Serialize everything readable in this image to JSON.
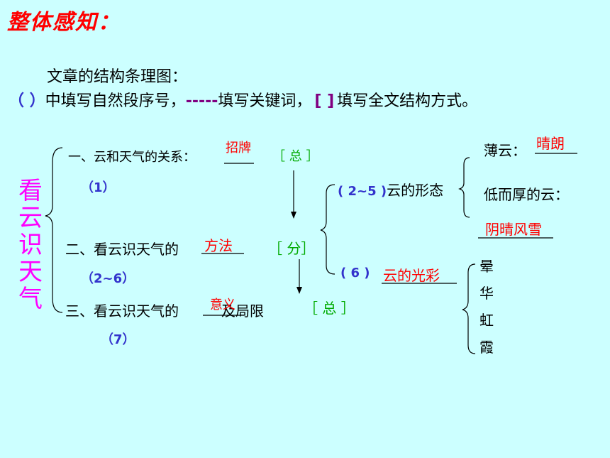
{
  "title": "整体感知：",
  "intro": {
    "line1": "文章的结构条理图：",
    "paren_marker": "（ ）",
    "fill_paragraph": "中填写自然段序号，",
    "dash_marker": "-----",
    "fill_keyword": "填写关键词，",
    "bracket_marker": "[ ]",
    "fill_structure": "填写全文结构方式。"
  },
  "vertical_title": "看云识天气",
  "sections": [
    {
      "label": "一、云和天气的关系：",
      "keyword": "招牌",
      "paragraphs": "（1）",
      "structure": "［ 总 ］"
    },
    {
      "label": "二、看云识天气的",
      "keyword": "方法",
      "paragraphs": "（2~6）",
      "structure": "［  分］"
    },
    {
      "label": "三、看云识天气的",
      "suffix": "及局限",
      "keyword": "意义",
      "paragraphs": "（7）",
      "structure": "［ 总 ］"
    }
  ],
  "branch_form": {
    "paragraphs": "( 2~5 )",
    "label": "云的形态"
  },
  "branch_color": {
    "paragraphs": "( 6 )",
    "keyword": "云的光彩"
  },
  "form_items": [
    {
      "label": "薄云：",
      "keyword": "晴朗"
    },
    {
      "label": "低而厚的云：",
      "keyword": "阴晴风雪"
    }
  ],
  "color_items": [
    "晕",
    "华",
    "虹",
    "霞"
  ],
  "colors": {
    "background": "#ccffff",
    "title": "#ff0000",
    "keyword": "#ff0000",
    "structure": "#00aa00",
    "paragraph_no": "#3333cc",
    "vertical_title": "#ff00ff"
  }
}
